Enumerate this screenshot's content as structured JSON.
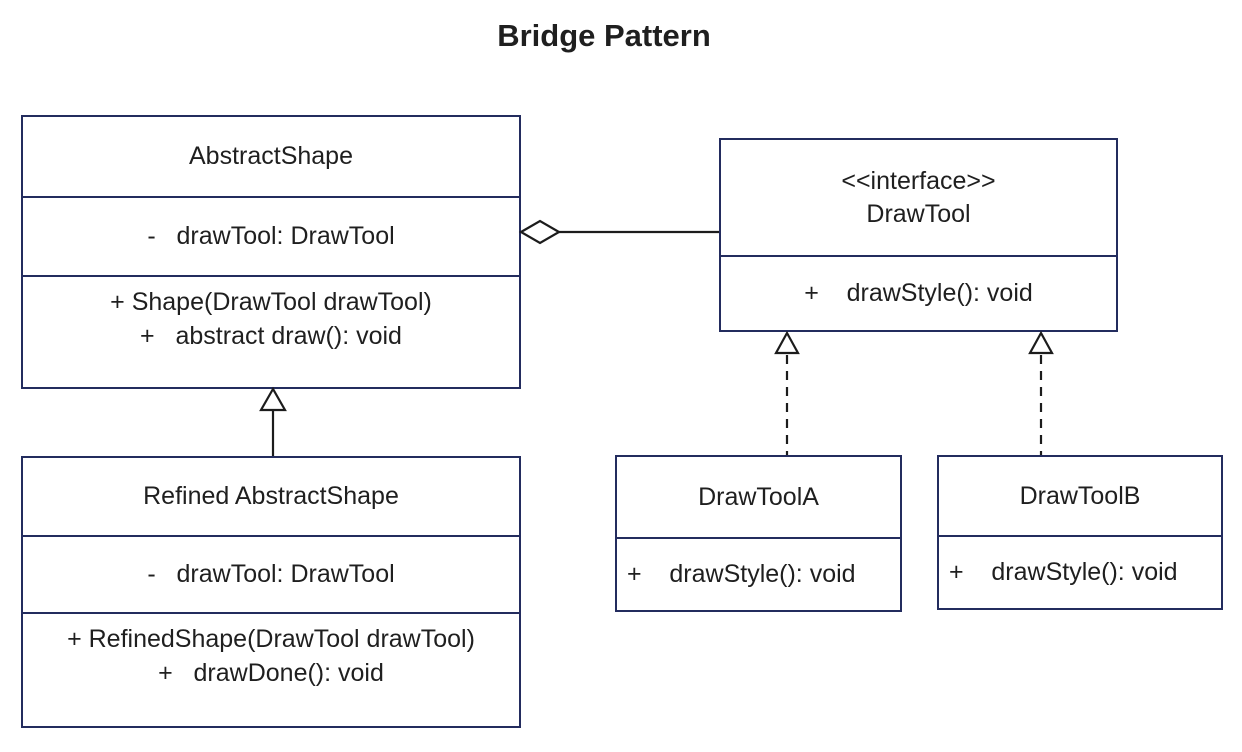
{
  "title": "Bridge Pattern",
  "classes": {
    "abstractShape": {
      "name": "AbstractShape",
      "attribute": "-   drawTool: DrawTool",
      "method1": "+ Shape(DrawTool drawTool)",
      "method2": "+   abstract draw(): void"
    },
    "drawTool": {
      "stereotype": "<<interface>>",
      "name": "DrawTool",
      "method1": "+    drawStyle(): void"
    },
    "refinedAbstractShape": {
      "name": "Refined AbstractShape",
      "attribute": "-   drawTool: DrawTool",
      "method1": "+ RefinedShape(DrawTool drawTool)",
      "method2": "+   drawDone(): void"
    },
    "drawToolA": {
      "name": "DrawToolA",
      "method1": "+    drawStyle(): void"
    },
    "drawToolB": {
      "name": "DrawToolB",
      "method1": "+    drawStyle(): void"
    }
  },
  "relationships": [
    {
      "type": "aggregation",
      "from": "AbstractShape",
      "to": "DrawTool",
      "style": "solid-line-open-diamond"
    },
    {
      "type": "inheritance",
      "from": "Refined AbstractShape",
      "to": "AbstractShape",
      "style": "solid-line-hollow-triangle"
    },
    {
      "type": "realization",
      "from": "DrawToolA",
      "to": "DrawTool",
      "style": "dashed-line-hollow-triangle"
    },
    {
      "type": "realization",
      "from": "DrawToolB",
      "to": "DrawTool",
      "style": "dashed-line-hollow-triangle"
    }
  ],
  "colors": {
    "box_border": "#232c5e",
    "connector": "#1c1c1c",
    "text": "#1f1f1f",
    "background": "#ffffff"
  }
}
